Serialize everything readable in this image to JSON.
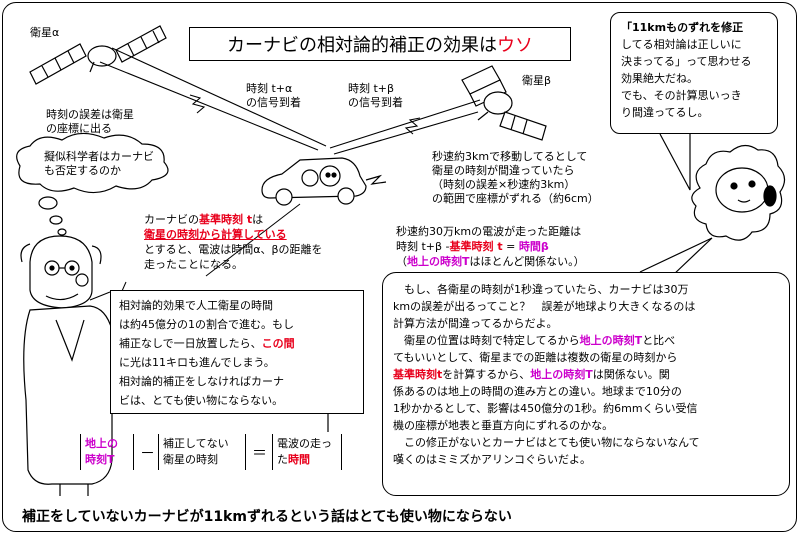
{
  "title": {
    "pre": "カーナビの相対論的補正の効果は",
    "accent": "ウソ"
  },
  "satellites": {
    "alpha": {
      "label": "衛星α"
    },
    "beta": {
      "label": "衛星β"
    }
  },
  "error_note": {
    "line1": "時刻の誤差は衛星",
    "line2": "の座標に出る"
  },
  "thought_cloud": {
    "line1": "擬似科学者はカーナビ",
    "line2": "も否定するのか"
  },
  "signal_labels": {
    "alpha": {
      "line1": "時刻 t+α",
      "line2": "の信号到着"
    },
    "beta": {
      "line1": "時刻 t+β",
      "line2": "の信号到着"
    }
  },
  "speed_note": {
    "line1": "秒速約3kmで移動してるとして",
    "line2": "衛星の時刻が間違っていたら",
    "line3": "（時刻の誤差×秒速約3km）",
    "line4": "の範囲で座標がずれる（約6cm）"
  },
  "base_time_note": {
    "line1_pre": "カーナビの",
    "line1_red": "基準時刻 t",
    "line1_post": "は",
    "line2_red": "衛星の時刻から計算している",
    "line3": "とすると、電波は時間α、βの距離を",
    "line4": "走ったことになる。"
  },
  "distance_note": {
    "line1": "秒速約30万kmの電波が走った距離は",
    "line2_a": "時刻 t+β -",
    "line2_b": "基準時刻 t",
    "line2_c": " = ",
    "line2_d": "時間β",
    "line3_a": "（",
    "line3_b": "地上の時刻T",
    "line3_c": "はほとんど関係ない。）"
  },
  "speech_bubble": {
    "line1": "「11kmものずれを修正",
    "line2": "してる相対論は正しいに",
    "line3": "決まってる」って思わせる",
    "line4": "効果絶大だね。",
    "line5": "でも、その計算思いっき",
    "line6": "り間違ってるし。"
  },
  "explain_box": {
    "line1": "相対論的効果で人工衛星の時間",
    "line2": "は約45億分の1の割合で進む。もし",
    "line3": "補正なしで一日放置したら、",
    "line3_red": "この間",
    "line4": "に光は11キロも進んでしまう。",
    "line5": "相対論的補正をしなければカーナ",
    "line6": "ビは、とても使い物にならない。"
  },
  "equation": {
    "term1_line1": "地上の",
    "term1_line2": "時刻T",
    "minus": "－",
    "term2_line1": "補正してない",
    "term2_line2": "衛星の時刻",
    "equals": "＝",
    "term3_line1": "電波の走っ",
    "term3_line2_a": "た",
    "term3_line2_b": "時間"
  },
  "main_box": {
    "l1": "　もし、各衛星の時刻が1秒違っていたら、カーナビは30万",
    "l2": "kmの誤差が出るってこと？　誤差が地球より大きくなるのは",
    "l3": "計算方法が間違ってるからだよ。",
    "l4_a": "　衛星の位置は時刻で特定してるから",
    "l4_b": "地上の時刻T",
    "l4_c": "と比べ",
    "l5": "てもいいとして、衛星までの距離は複数の衛星の時刻から",
    "l6_a": "基準時刻t",
    "l6_b": "を計算するから、",
    "l6_c": "地上の時刻T",
    "l6_d": "は関係ない。関",
    "l7": "係あるのは地上の時間の進み方との違い。地球まで10分の",
    "l8": "1秒かかるとして、影響は450億分の1秒。約6mmくらい受信",
    "l9": "機の座標が地表と垂直方向にずれるのかな。",
    "l10": "　この修正がないとカーナビはとても使い物にならないなんて",
    "l11": "嘆くのはミミズかアリンコぐらいだよ。"
  },
  "footer": "補正をしていないカーナビが11kmずれるという話はとても使い物にならない",
  "colors": {
    "accent_red": "#e8001c",
    "magenta": "#cc00cc",
    "line": "#000000"
  },
  "icons": [
    "satellite-icon",
    "car-icon",
    "scientist-icon",
    "sheep-icon",
    "thought-cloud-icon"
  ]
}
